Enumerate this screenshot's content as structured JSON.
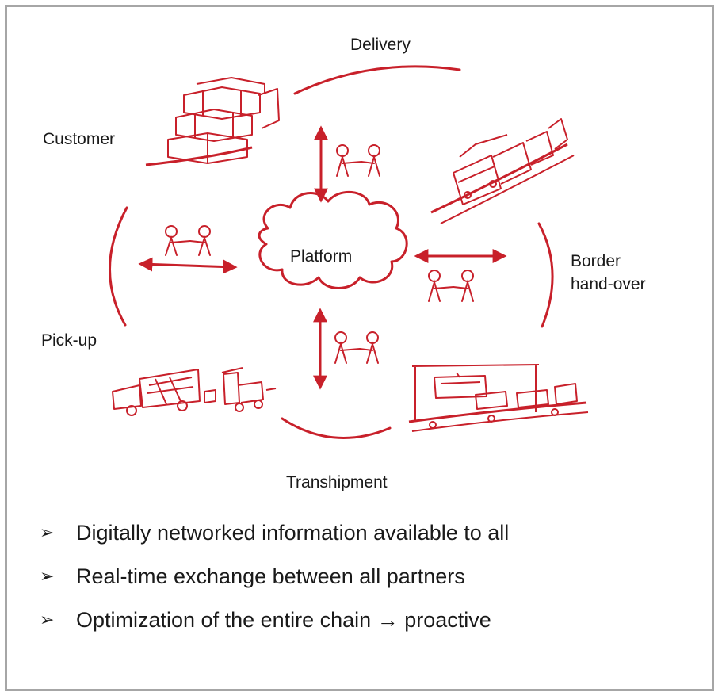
{
  "diagram": {
    "center": "Platform",
    "nodes": {
      "delivery": "Delivery",
      "customer": "Customer",
      "border_line1": "Border",
      "border_line2": "hand-over",
      "pickup": "Pick-up",
      "transhipment": "Transhipment"
    },
    "accent_color": "#c8202a"
  },
  "bullets": {
    "marker": "➢",
    "items": [
      "Digitally networked information available to all",
      "Real-time exchange between all partners",
      "Optimization of the entire chain → proactive"
    ]
  }
}
